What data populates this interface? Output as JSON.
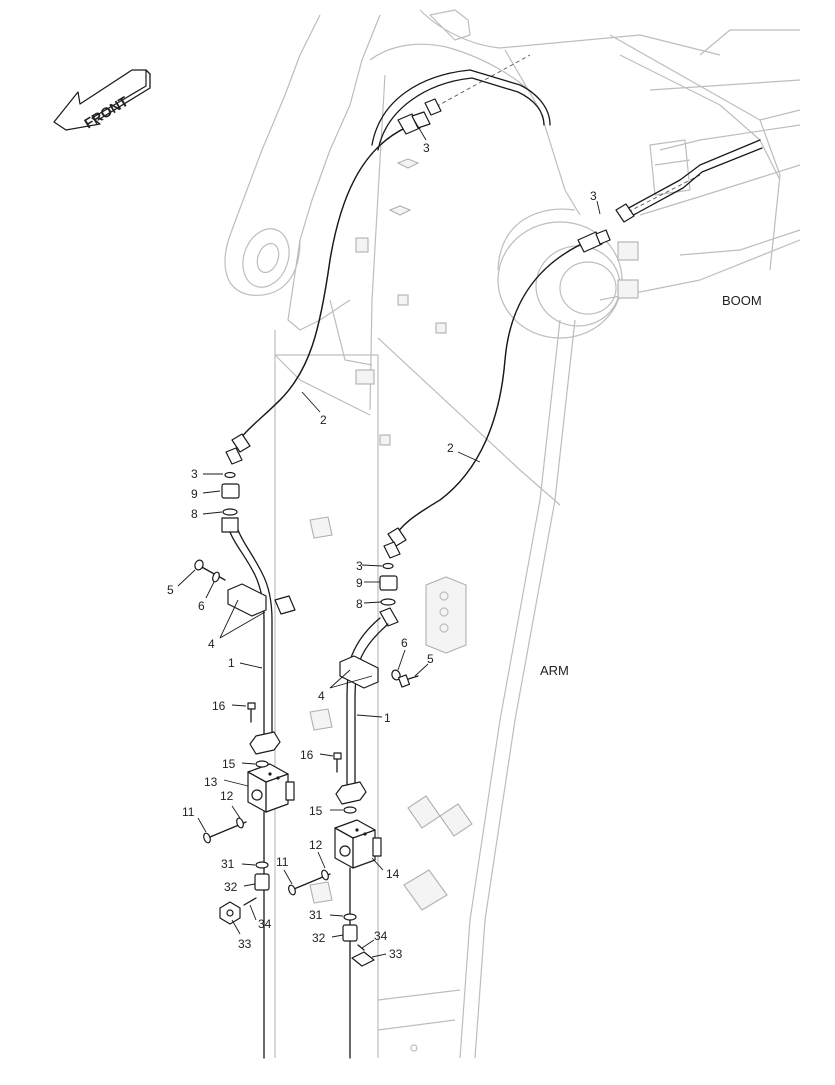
{
  "direction_label": "FRONT",
  "zone_labels": {
    "boom": "BOOM",
    "arm": "ARM"
  },
  "callouts": [
    {
      "id": "c3a",
      "text": "3"
    },
    {
      "id": "c3b",
      "text": "3"
    },
    {
      "id": "c2a",
      "text": "2"
    },
    {
      "id": "c2b",
      "text": "2"
    },
    {
      "id": "c3c",
      "text": "3"
    },
    {
      "id": "c9a",
      "text": "9"
    },
    {
      "id": "c8a",
      "text": "8"
    },
    {
      "id": "c5a",
      "text": "5"
    },
    {
      "id": "c6a",
      "text": "6"
    },
    {
      "id": "c4a",
      "text": "4"
    },
    {
      "id": "c1a",
      "text": "1"
    },
    {
      "id": "c16a",
      "text": "16"
    },
    {
      "id": "c15a",
      "text": "15"
    },
    {
      "id": "c13a",
      "text": "13"
    },
    {
      "id": "c12a",
      "text": "12"
    },
    {
      "id": "c11a",
      "text": "11"
    },
    {
      "id": "c31a",
      "text": "31"
    },
    {
      "id": "c32a",
      "text": "32"
    },
    {
      "id": "c34a",
      "text": "34"
    },
    {
      "id": "c33a",
      "text": "33"
    },
    {
      "id": "c3d",
      "text": "3"
    },
    {
      "id": "c9b",
      "text": "9"
    },
    {
      "id": "c8b",
      "text": "8"
    },
    {
      "id": "c6b",
      "text": "6"
    },
    {
      "id": "c5b",
      "text": "5"
    },
    {
      "id": "c4b",
      "text": "4"
    },
    {
      "id": "c1b",
      "text": "1"
    },
    {
      "id": "c16b",
      "text": "16"
    },
    {
      "id": "c15b",
      "text": "15"
    },
    {
      "id": "c12b",
      "text": "12"
    },
    {
      "id": "c14b",
      "text": "14"
    },
    {
      "id": "c11b",
      "text": "11"
    },
    {
      "id": "c31b",
      "text": "31"
    },
    {
      "id": "c32b",
      "text": "32"
    },
    {
      "id": "c34b",
      "text": "34"
    },
    {
      "id": "c33b",
      "text": "33"
    }
  ]
}
